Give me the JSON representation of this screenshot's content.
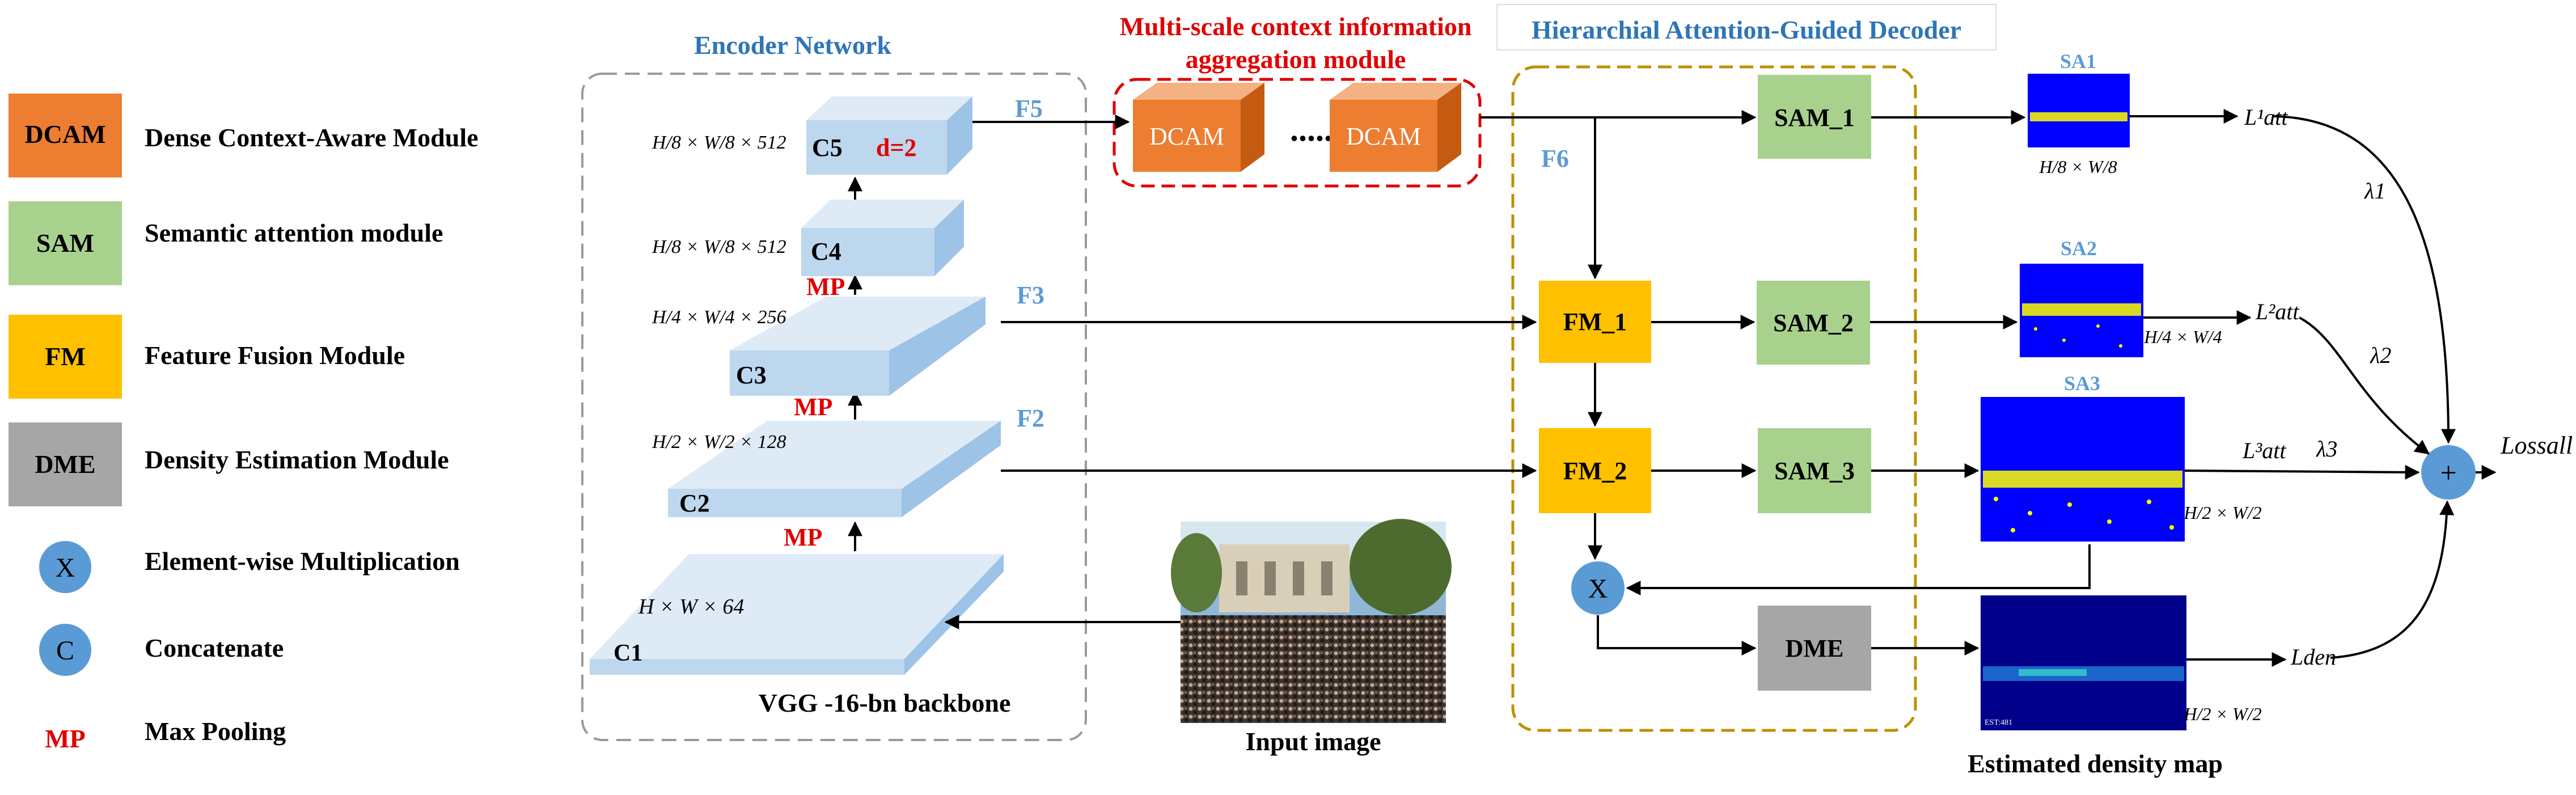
{
  "colors": {
    "dcam": "#ED7D31",
    "dcam_dark": "#C55A11",
    "sam": "#A9D18E",
    "fm": "#FFC000",
    "dme": "#A6A6A6",
    "op_circle": "#5B9BD5",
    "enc_block_front": "#BDD7EE",
    "enc_block_top": "#DEEBF7",
    "enc_block_side": "#9DC3E6",
    "accent_blue": "#5B9BD5",
    "accent_red": "#E00000",
    "density_bg": "#00008B",
    "points": "#FFFF00"
  },
  "legend": [
    {
      "key": "DCAM",
      "desc": "Dense Context-Aware Module"
    },
    {
      "key": "SAM",
      "desc": "Semantic attention module"
    },
    {
      "key": "FM",
      "desc": "Feature Fusion Module"
    },
    {
      "key": "DME",
      "desc": "Density Estimation Module"
    },
    {
      "key": "X",
      "desc": "Element-wise Multiplication"
    },
    {
      "key": "C",
      "desc": "Concatenate"
    },
    {
      "key": "MP",
      "desc": "Max Pooling"
    }
  ],
  "encoder": {
    "title": "Encoder Network",
    "backbone": "VGG -16-bn backbone",
    "blocks": [
      {
        "name": "C1",
        "size": "H × W × 64"
      },
      {
        "name": "C2",
        "size": "H/2 × W/2 × 128"
      },
      {
        "name": "C3",
        "size": "H/4 × W/4 × 256"
      },
      {
        "name": "C4",
        "size": "H/8 × W/8 × 512"
      },
      {
        "name": "C5",
        "size": "H/8 × W/8 × 512",
        "dilation": "d=2"
      }
    ],
    "pool": "MP",
    "features": [
      "F2",
      "F3",
      "F5"
    ]
  },
  "context_module": {
    "title_line1": "Multi-scale context information",
    "title_line2": "aggregation module",
    "box": "DCAM",
    "dots": "......"
  },
  "decoder": {
    "title": "Hierarchial Attention-Guided Decoder",
    "f6": "F6",
    "sam": [
      "SAM_1",
      "SAM_2",
      "SAM_3"
    ],
    "fm": [
      "FM_1",
      "FM_2"
    ],
    "dme": "DME",
    "mul": "X"
  },
  "outputs": {
    "sa": [
      "SA1",
      "SA2",
      "SA3"
    ],
    "sa_sizes": [
      "H/8 × W/8",
      "H/4 × W/4",
      "H/2 × W/2"
    ],
    "density_size": "H/2 × W/2",
    "density_caption": "Estimated density map",
    "density_stamp": "EST:481",
    "input_caption": "Input image",
    "loss_att": [
      "L¹att",
      "L²att",
      "L³att"
    ],
    "loss_den": "Lden",
    "lambdas": [
      "λ1",
      "λ2",
      "λ3"
    ],
    "plus": "+",
    "loss_all": "Lossall"
  }
}
